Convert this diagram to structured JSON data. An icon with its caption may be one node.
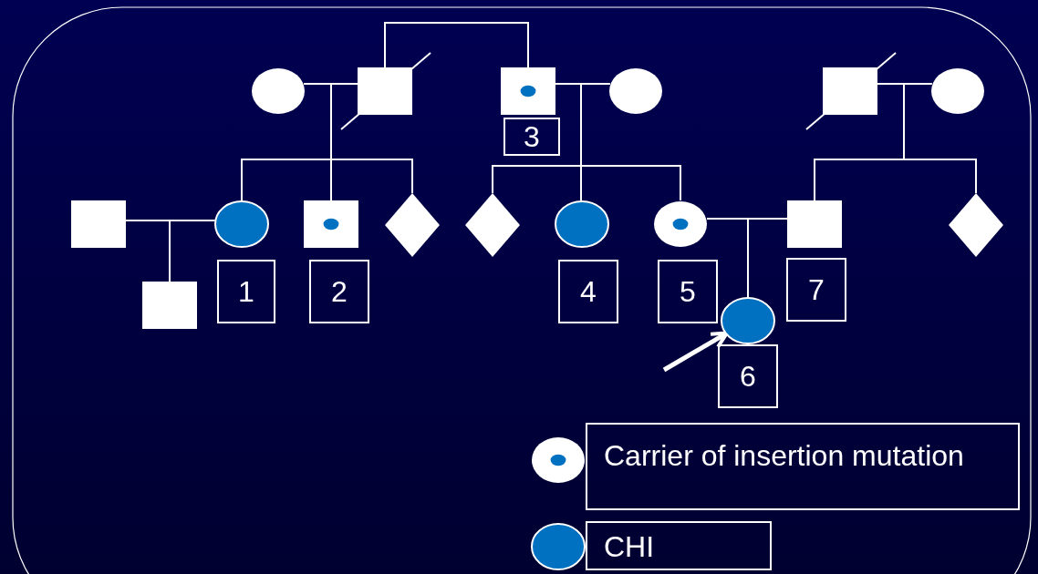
{
  "diagram": {
    "nodes": [
      {
        "text": [],
        "shape": "circle"
      },
      {
        "text": [],
        "shape": "box"
      },
      {
        "text": [],
        "shape": "box"
      },
      {
        "text": [],
        "shape": "circle"
      },
      {
        "text": [],
        "shape": "box"
      },
      {
        "text": [],
        "shape": "circle"
      },
      {
        "text": [],
        "shape": "box"
      },
      {
        "text": [],
        "shape": "circle"
      },
      {
        "text": [],
        "shape": "box"
      },
      {
        "text": [],
        "shape": "diamond"
      },
      {
        "text": [],
        "shape": "diamond"
      },
      {
        "text": [],
        "shape": "circle"
      },
      {
        "text": [],
        "shape": "circle"
      },
      {
        "text": [],
        "shape": "box"
      },
      {
        "text": [],
        "shape": "diamond"
      },
      {
        "text": [],
        "shape": "box"
      },
      {
        "text": [],
        "shape": "circle"
      },
      {
        "text": [
          "3"
        ]
      },
      {
        "text": [
          "1"
        ]
      },
      {
        "text": [
          "2"
        ]
      },
      {
        "text": [
          "4"
        ]
      },
      {
        "text": [
          "5"
        ]
      },
      {
        "text": [
          "7"
        ]
      },
      {
        "text": [
          "6"
        ]
      }
    ],
    "edges": [
      {
        "from": 0,
        "to": 1,
        "arrow": "none"
      },
      {
        "from": 1,
        "to": 2,
        "arrow": "none"
      },
      {
        "from": 2,
        "to": 3,
        "arrow": "none"
      },
      {
        "from": 4,
        "to": 5,
        "arrow": "none"
      },
      {
        "from": 0,
        "to": 7,
        "arrow": "none"
      },
      {
        "from": 0,
        "to": 8,
        "arrow": "none"
      },
      {
        "from": 0,
        "to": 9,
        "arrow": "none"
      },
      {
        "from": 1,
        "to": 7,
        "arrow": "none"
      },
      {
        "from": 1,
        "to": 8,
        "arrow": "none"
      },
      {
        "from": 1,
        "to": 9,
        "arrow": "none"
      },
      {
        "from": 2,
        "to": 10,
        "arrow": "none"
      },
      {
        "from": 2,
        "to": 11,
        "arrow": "none"
      },
      {
        "from": 2,
        "to": 12,
        "arrow": "none"
      },
      {
        "from": 3,
        "to": 10,
        "arrow": "none"
      },
      {
        "from": 3,
        "to": 11,
        "arrow": "none"
      },
      {
        "from": 3,
        "to": 12,
        "arrow": "none"
      },
      {
        "from": 4,
        "to": 13,
        "arrow": "none"
      },
      {
        "from": 4,
        "to": 14,
        "arrow": "none"
      },
      {
        "from": 5,
        "to": 13,
        "arrow": "none"
      },
      {
        "from": 5,
        "to": 14,
        "arrow": "none"
      },
      {
        "from": 6,
        "to": 7,
        "arrow": "none"
      },
      {
        "from": 6,
        "to": 15,
        "arrow": "none"
      },
      {
        "from": 7,
        "to": 15,
        "arrow": "none"
      },
      {
        "from": 12,
        "to": 13,
        "arrow": "none"
      },
      {
        "from": 12,
        "to": 16,
        "arrow": "none"
      },
      {
        "from": 13,
        "to": 16,
        "arrow": "none"
      },
      {
        "from": null,
        "to": 16,
        "arrow": "to",
        "style": "thick"
      }
    ],
    "legend": [
      {
        "text": "Carrier of insertion mutation"
      },
      {
        "text": "CHI"
      }
    ]
  }
}
